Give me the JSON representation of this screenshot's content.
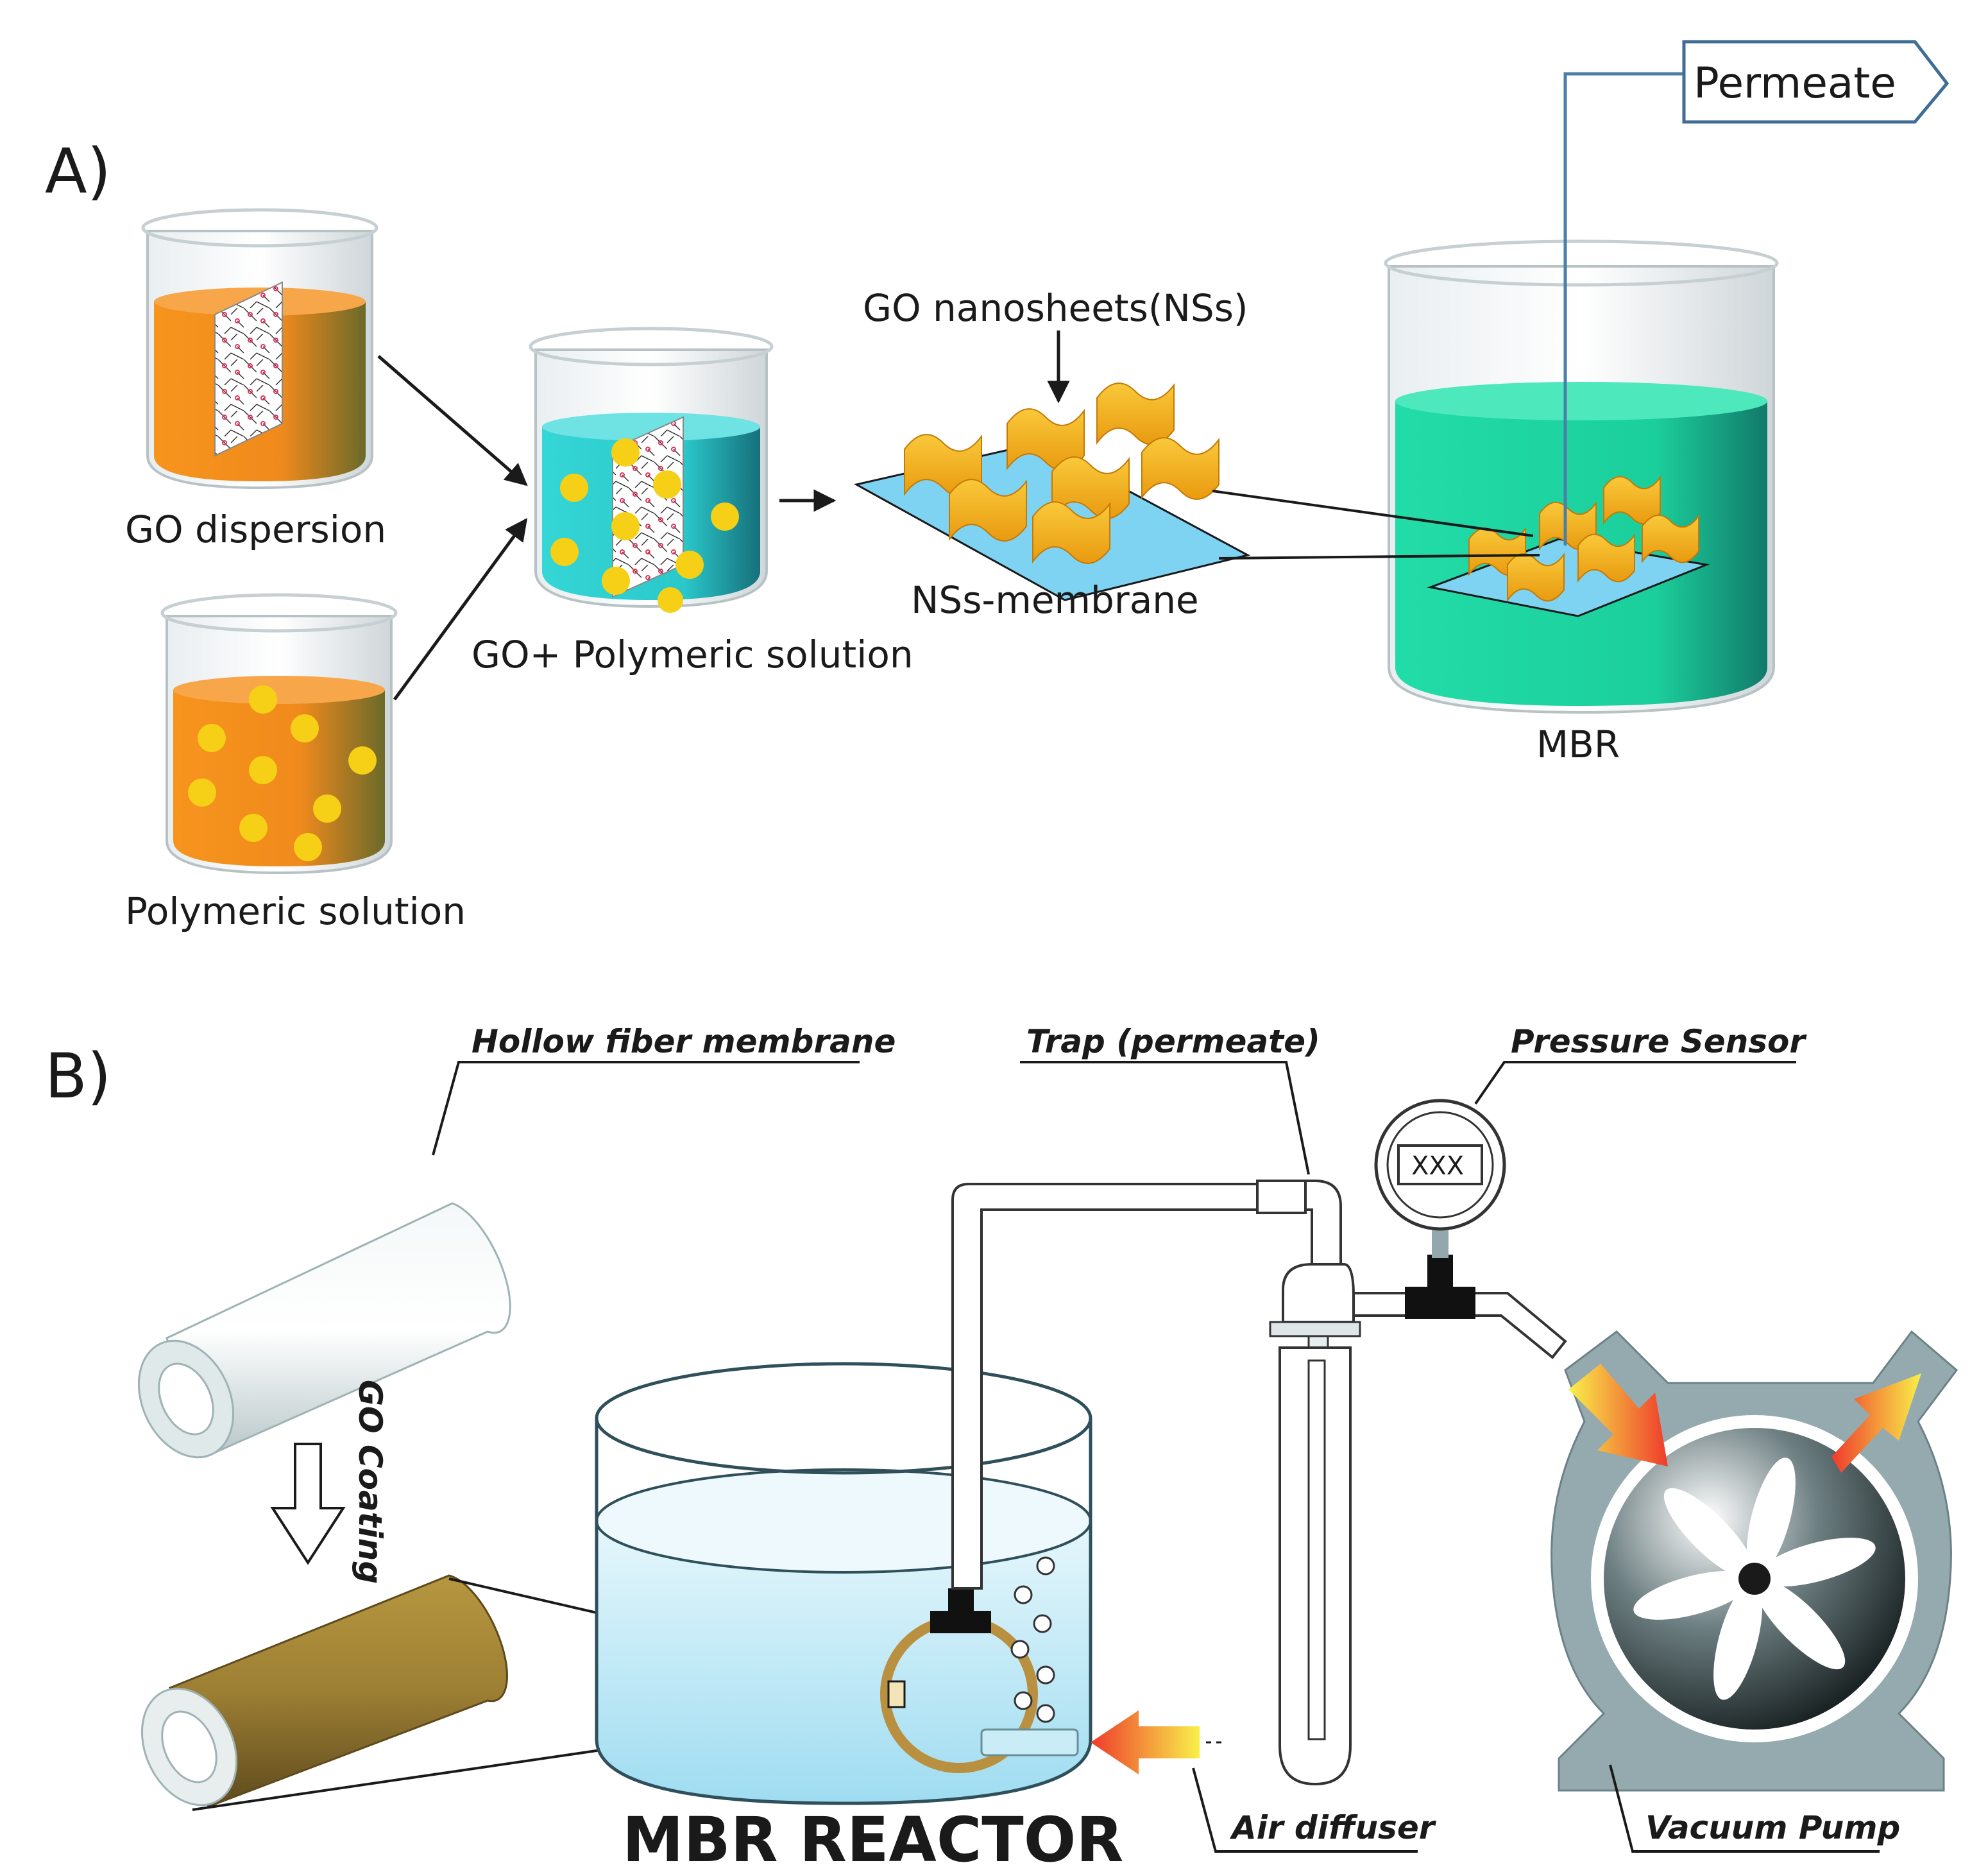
{
  "panel_a": {
    "letter": "A)",
    "labels": {
      "go_dispersion": "GO dispersion",
      "polymeric_solution": "Polymeric solution",
      "mixed_solution": "GO+ Polymeric solution",
      "nanosheets": "GO nanosheets(NSs)",
      "membrane": "NSs-membrane",
      "mbr": "MBR",
      "permeate": "Permeate"
    }
  },
  "panel_b": {
    "letter": "B)",
    "labels": {
      "hollow_fiber": "Hollow fiber membrane",
      "trap": "Trap (permeate)",
      "pressure_sensor": "Pressure Sensor",
      "go_coating": "GO Coating",
      "air_diffuser": "Air diffuser",
      "vacuum_pump": "Vacuum Pump",
      "reactor": "MBR REACTOR",
      "gauge_readout": "XXX"
    }
  },
  "colors": {
    "orange_liquid": "#f28c1e",
    "cyan_liquid": "#2ccfd0",
    "green_liquid": "#1fd9a6",
    "particle": "#f5d016",
    "nanosheet": "#f5b722",
    "membrane_base": "#7fd3f2",
    "reactor_water": "#bfe9f7",
    "pump_body": "#93a8ac",
    "coated_fiber": "#9a7d35"
  }
}
